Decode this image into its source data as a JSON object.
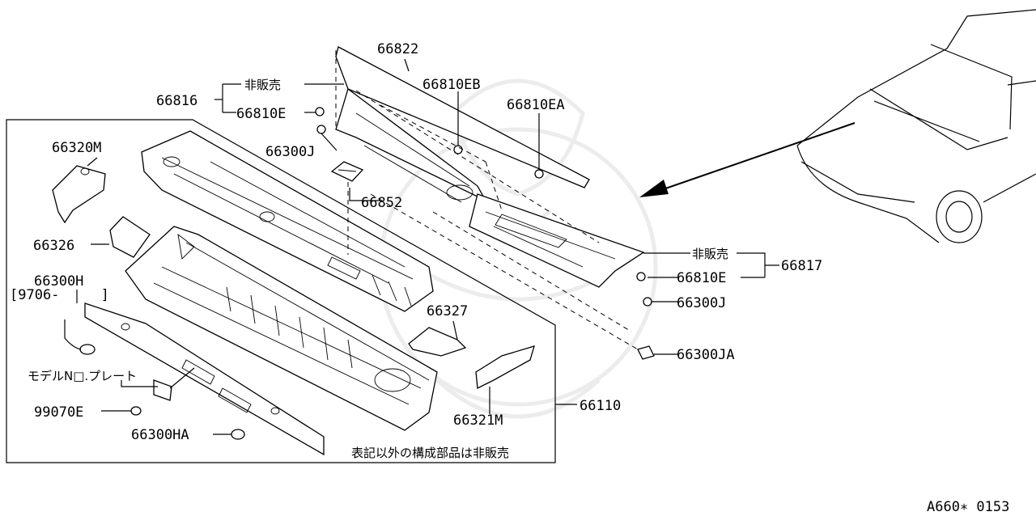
{
  "diagram": {
    "labels": {
      "p66822": "66822",
      "p66810EB": "66810EB",
      "p66810EA": "66810EA",
      "p66816": "66816",
      "hanbai_top": "非販売",
      "p66810E_top": "66810E",
      "p66300J_top": "66300J",
      "p66320M": "66320M",
      "p66852": "66852",
      "p66326": "66326",
      "p66300H": "66300H",
      "date_range": "[9706-     ]",
      "hanbai_right": "非販売",
      "p66817": "66817",
      "p66810E_right": "66810E",
      "p66300J_right": "66300J",
      "p66327": "66327",
      "p66300JA": "66300JA",
      "model_plate": "モデルN□.プレート",
      "p99070E": "99070E",
      "p66110": "66110",
      "p66321M": "66321M",
      "p66300HA": "66300HA",
      "footnote": "表記以外の構成部品は非販売",
      "diagram_code": "A660∗ 0153"
    }
  }
}
